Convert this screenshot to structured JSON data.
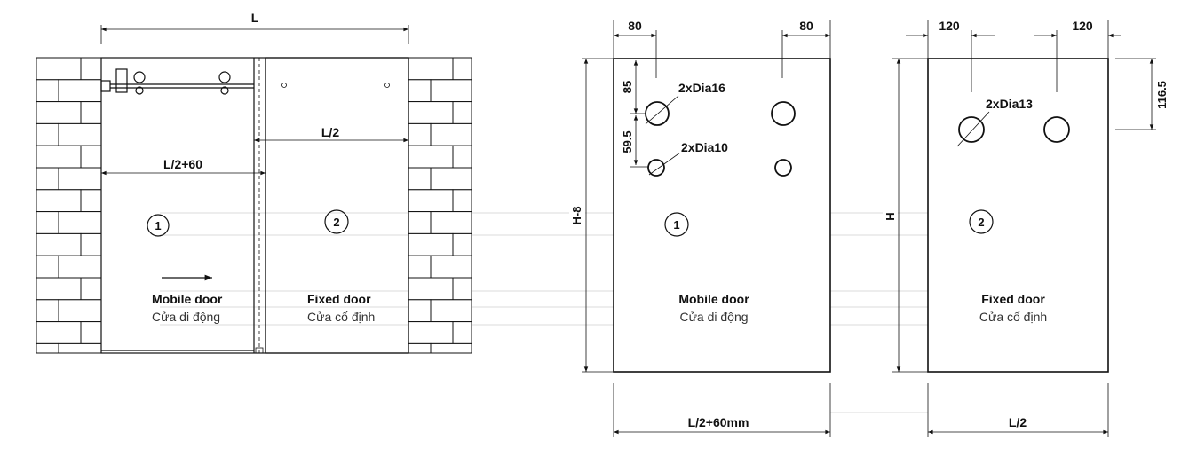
{
  "front_view": {
    "dim_total": "L",
    "dim_fixed": "L/2",
    "dim_mobile": "L/2+60",
    "door1_number": "1",
    "door2_number": "2",
    "door1_title": "Mobile door",
    "door1_subtitle": "Cửa di động",
    "door2_title": "Fixed door",
    "door2_subtitle": "Cửa cố định"
  },
  "mobile_panel": {
    "dim_left_top": "80",
    "dim_right_top": "80",
    "dim_hole_top": "85",
    "dim_hole_gap": "59.5",
    "dim_height": "H-8",
    "large_holes_label": "2xDia16",
    "small_holes_label": "2xDia10",
    "number": "1",
    "title": "Mobile door",
    "subtitle": "Cửa di động",
    "dim_width": "L/2+60mm"
  },
  "fixed_panel": {
    "dim_left_top": "120",
    "dim_right_top": "120",
    "dim_hole_top": "116.5",
    "dim_height": "H",
    "holes_label": "2xDia13",
    "number": "2",
    "title": "Fixed door",
    "subtitle": "Cửa cố định",
    "dim_width": "L/2"
  }
}
